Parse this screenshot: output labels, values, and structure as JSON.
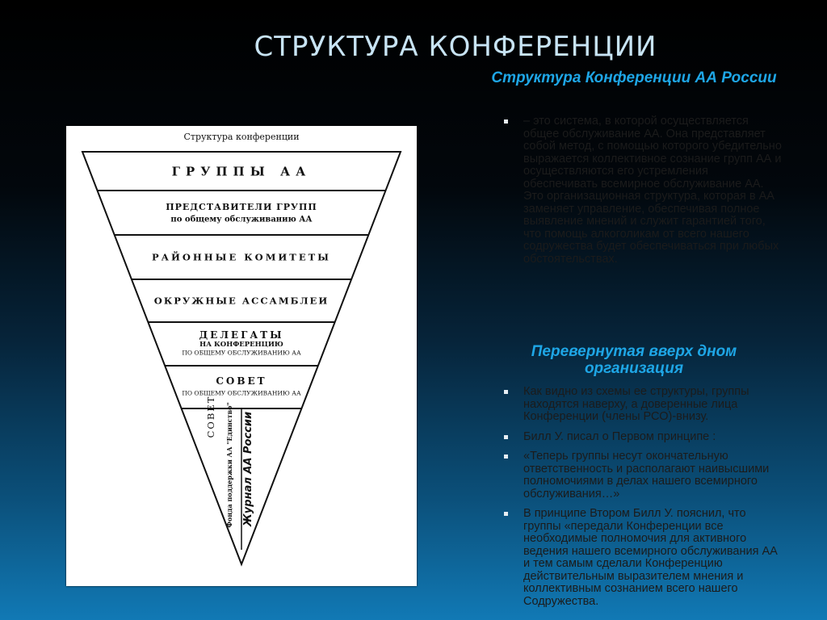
{
  "slide": {
    "title": "СТРУКТУРА КОНФЕРЕНЦИИ",
    "heading1": "Структура Конференции АА России",
    "heading2": "Перевернутая вверх дном организация",
    "bullets1": [
      "– это система, в которой осуществляется общее обслуживание АА. Она представляет собой метод, с помощью которого убедительно выражается коллективное сознание групп АА и осуществляются его устремления обеспечивать всемирное обслуживание АА. Это организационная структура, которая в АА заменяет управление, обеспечивая полное выявление мнений и служит гарантией того, что помощь алкоголикам от всего нашего содружества будет обеспечиваться при любых обстоятельствах."
    ],
    "bullets2": [
      "Как видно из схемы ее структуры, группы находятся наверху, а доверенные лица Конференции (члены РСО)-внизу.",
      "Билл У. писал о Первом принципе :",
      "«Теперь группы несут окончательную ответственность и располагают наивысшими полномочиями в делах нашего всемирного обслуживания…»",
      "В принципе Втором Билл У. пояснил, что группы «передали Конференции все необходимые полномочия для активного ведения нашего всемирного обслуживания АА и тем самым сделали Конференцию действительным выразителем мнения и коллективным сознанием всего нашего Содружества."
    ]
  },
  "figure": {
    "caption": "Структура конференции",
    "tiers": [
      {
        "lines": [
          "ГРУППЫ АА"
        ]
      },
      {
        "lines": [
          "ПРЕДСТАВИТЕЛИ ГРУПП",
          "по общему обслуживанию АА"
        ]
      },
      {
        "lines": [
          "РАЙОННЫЕ КОМИТЕТЫ"
        ]
      },
      {
        "lines": [
          "ОКРУЖНЫЕ АССАМБЛЕИ"
        ]
      },
      {
        "lines": [
          "ДЕЛЕГАТЫ",
          "НА КОНФЕРЕНЦИЮ",
          "ПО ОБЩЕМУ ОБСЛУЖИВАНИЮ АА"
        ]
      },
      {
        "lines": [
          "СОВЕТ",
          "ПО ОБЩЕМУ ОБСЛУЖИВАНИЮ АА"
        ]
      }
    ],
    "bottom": {
      "left_label": "СОВЕТ",
      "middle_label": "Фонда поддержки АА \"Единство\"",
      "right_label": "Журнал АА России"
    }
  }
}
